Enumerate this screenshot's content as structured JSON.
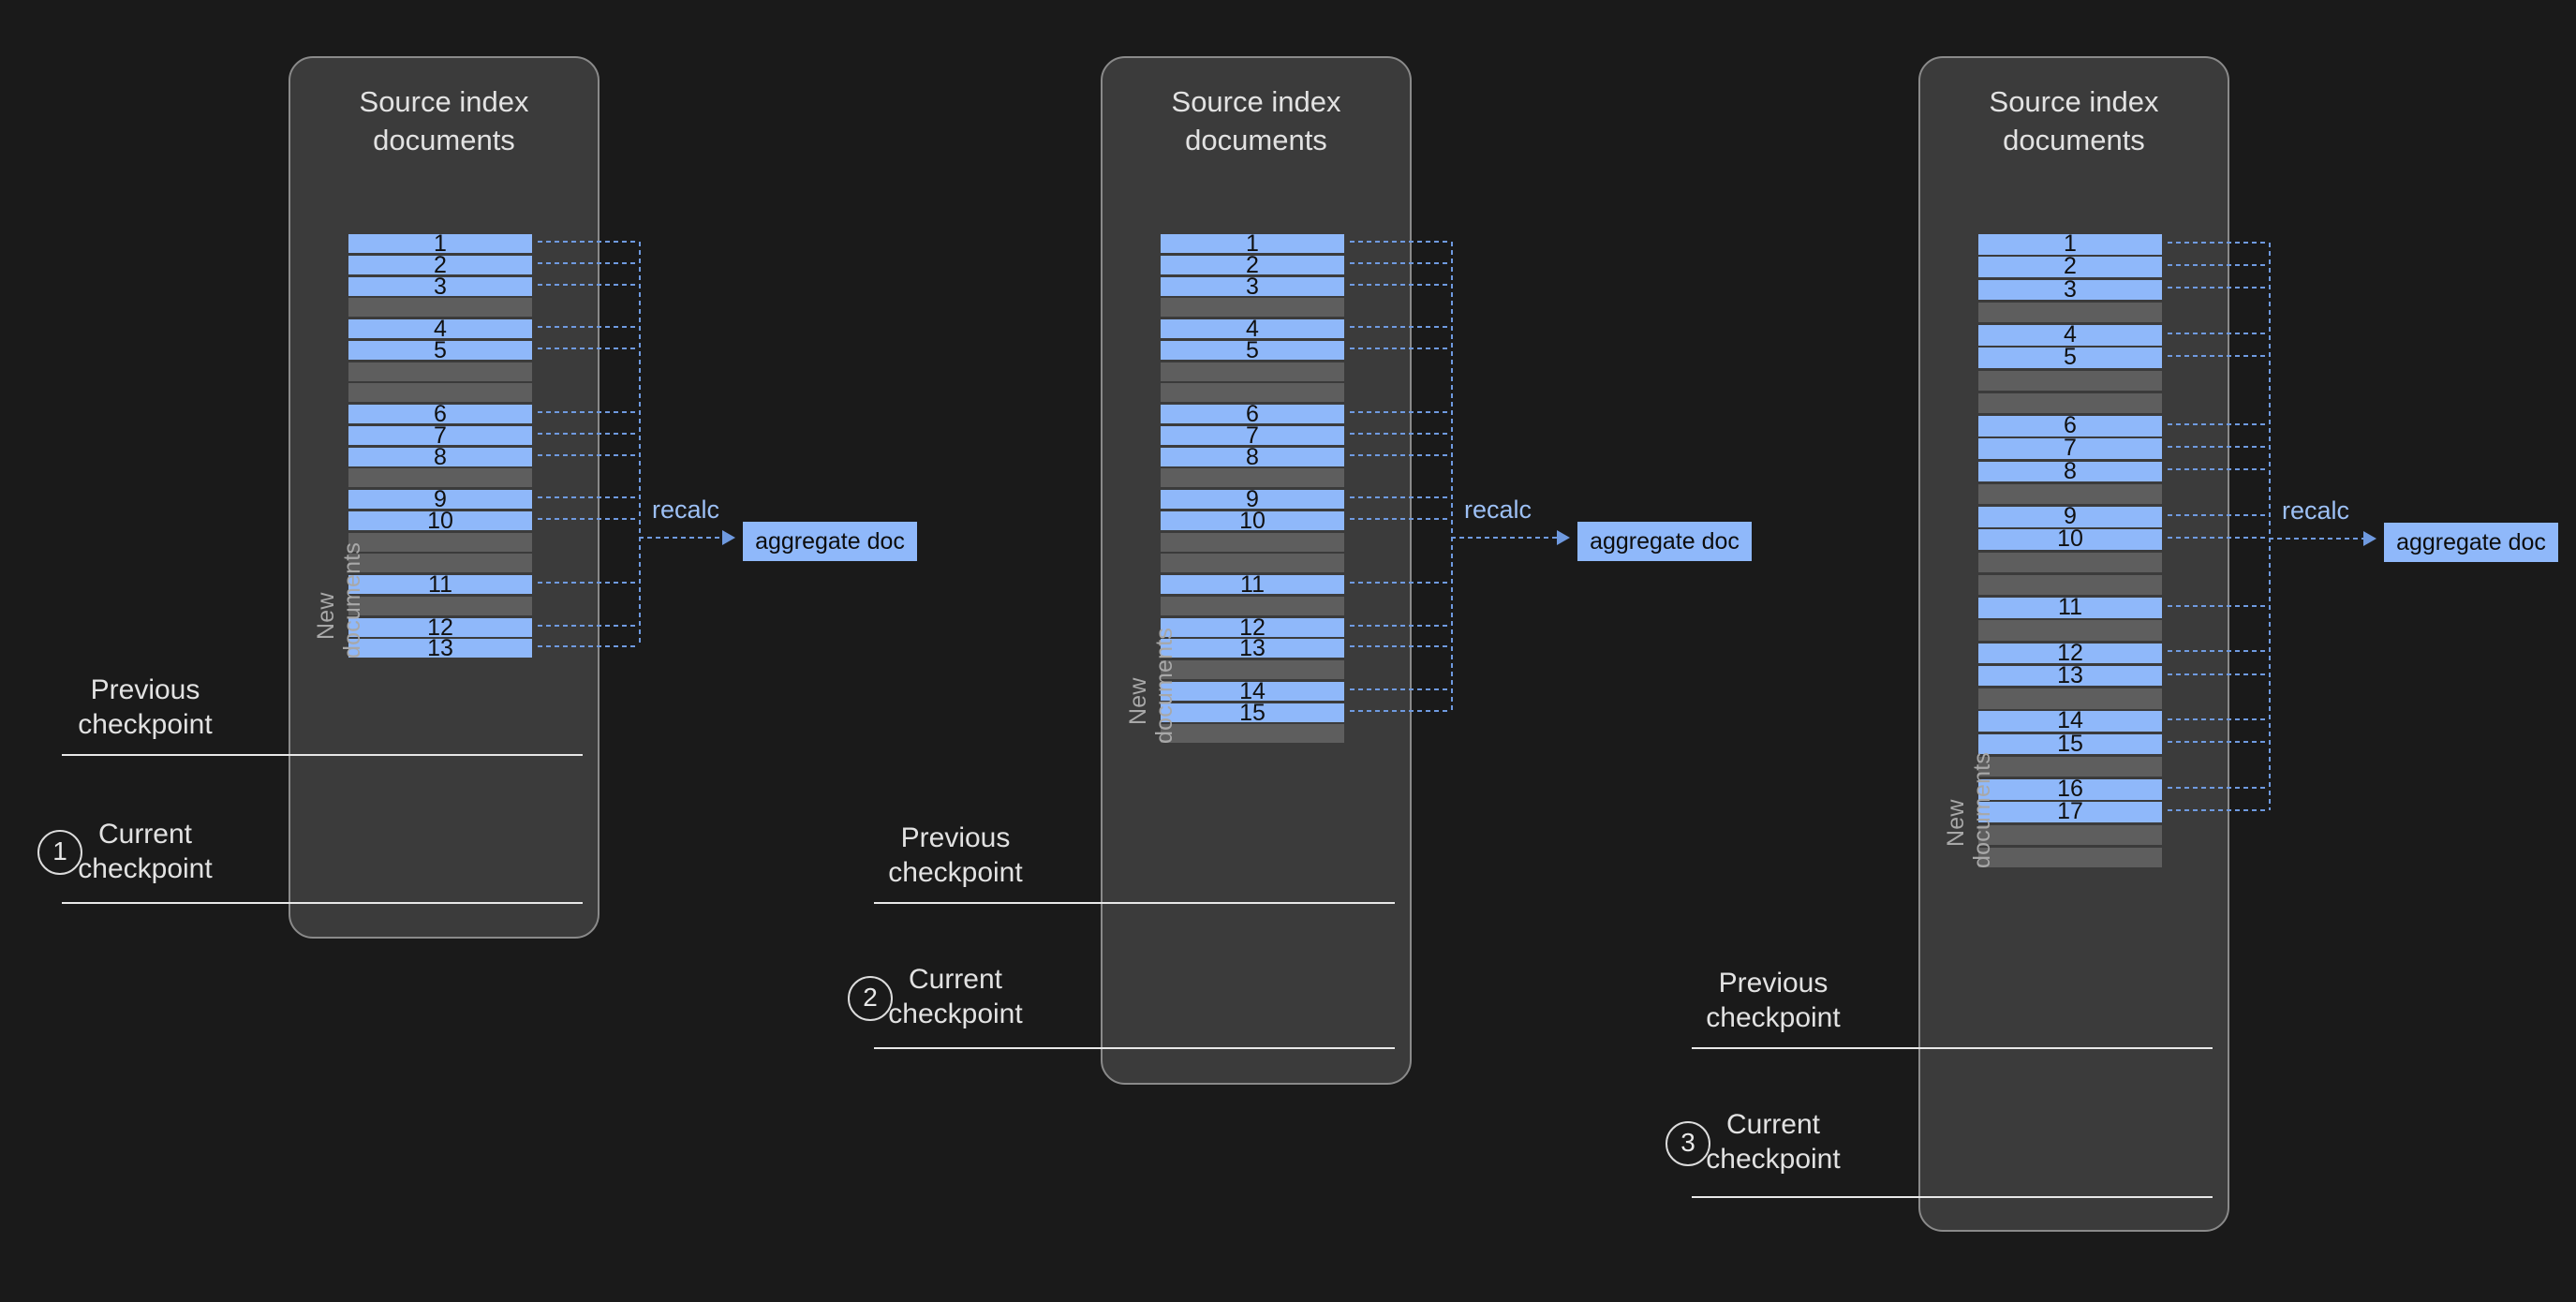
{
  "background": "#1a1a1a",
  "colors": {
    "panel_fill": "#3b3b3b",
    "panel_border": "#8a8a8a",
    "doc_filled": "#8fb8fa",
    "doc_empty": "#5e5e5e",
    "connector": "#6f9ae0",
    "checkpoint_line": "#e8e8e8",
    "text": "#e2e2e2",
    "recalc_text": "#9dc0f5"
  },
  "panel_title": "Source index\ndocuments",
  "new_documents_label": "New\ndocuments",
  "recalc_label": "recalc",
  "aggregate_doc_label": "aggregate doc",
  "previous_checkpoint_label": "Previous\ncheckpoint",
  "current_checkpoint_label": "Current\ncheckpoint",
  "row_sequence": [
    "1",
    "2",
    "3",
    "",
    "4",
    "5",
    "",
    "",
    "6",
    "7",
    "8",
    "",
    "9",
    "10",
    "",
    "",
    "11",
    "",
    "12",
    "13",
    "",
    "14",
    "15",
    "",
    "16",
    "17",
    "",
    ""
  ],
  "stages": [
    {
      "step_number": "1",
      "title": "Source index\ndocuments",
      "previous_checkpoint": "Previous\ncheckpoint",
      "current_checkpoint": "Current\ncheckpoint",
      "new_documents": "New\ndocuments",
      "recalc": "recalc",
      "aggregate_doc": "aggregate doc",
      "rows": [
        "1",
        "2",
        "3",
        "",
        "4",
        "5",
        "",
        "",
        "6",
        "7",
        "8",
        "",
        "9",
        "10",
        "",
        "",
        "11",
        "",
        "12",
        "13"
      ],
      "new_docs_start_index": 16,
      "docs_in_aggregate": [
        "1",
        "2",
        "3",
        "4",
        "5",
        "6",
        "7",
        "8",
        "9",
        "10",
        "11",
        "12",
        "13"
      ],
      "new_docs": [
        "11",
        "12",
        "13"
      ]
    },
    {
      "step_number": "2",
      "title": "Source index\ndocuments",
      "previous_checkpoint": "Previous\ncheckpoint",
      "current_checkpoint": "Current\ncheckpoint",
      "new_documents": "New\ndocuments",
      "recalc": "recalc",
      "aggregate_doc": "aggregate doc",
      "rows": [
        "1",
        "2",
        "3",
        "",
        "4",
        "5",
        "",
        "",
        "6",
        "7",
        "8",
        "",
        "9",
        "10",
        "",
        "",
        "11",
        "",
        "12",
        "13",
        "",
        "14",
        "15",
        ""
      ],
      "new_docs_start_index": 20,
      "docs_in_aggregate": [
        "1",
        "2",
        "3",
        "4",
        "5",
        "6",
        "7",
        "8",
        "9",
        "10",
        "11",
        "12",
        "13",
        "14",
        "15"
      ],
      "new_docs": [
        "14",
        "15"
      ]
    },
    {
      "step_number": "3",
      "title": "Source index\ndocuments",
      "previous_checkpoint": "Previous\ncheckpoint",
      "current_checkpoint": "Current\ncheckpoint",
      "new_documents": "New\ndocuments",
      "recalc": "recalc",
      "aggregate_doc": "aggregate doc",
      "rows": [
        "1",
        "2",
        "3",
        "",
        "4",
        "5",
        "",
        "",
        "6",
        "7",
        "8",
        "",
        "9",
        "10",
        "",
        "",
        "11",
        "",
        "12",
        "13",
        "",
        "14",
        "15",
        "",
        "16",
        "17",
        "",
        ""
      ],
      "new_docs_start_index": 24,
      "docs_in_aggregate": [
        "1",
        "2",
        "3",
        "4",
        "5",
        "6",
        "7",
        "8",
        "9",
        "10",
        "11",
        "12",
        "13",
        "14",
        "15",
        "16",
        "17"
      ],
      "new_docs": [
        "16",
        "17"
      ]
    }
  ]
}
